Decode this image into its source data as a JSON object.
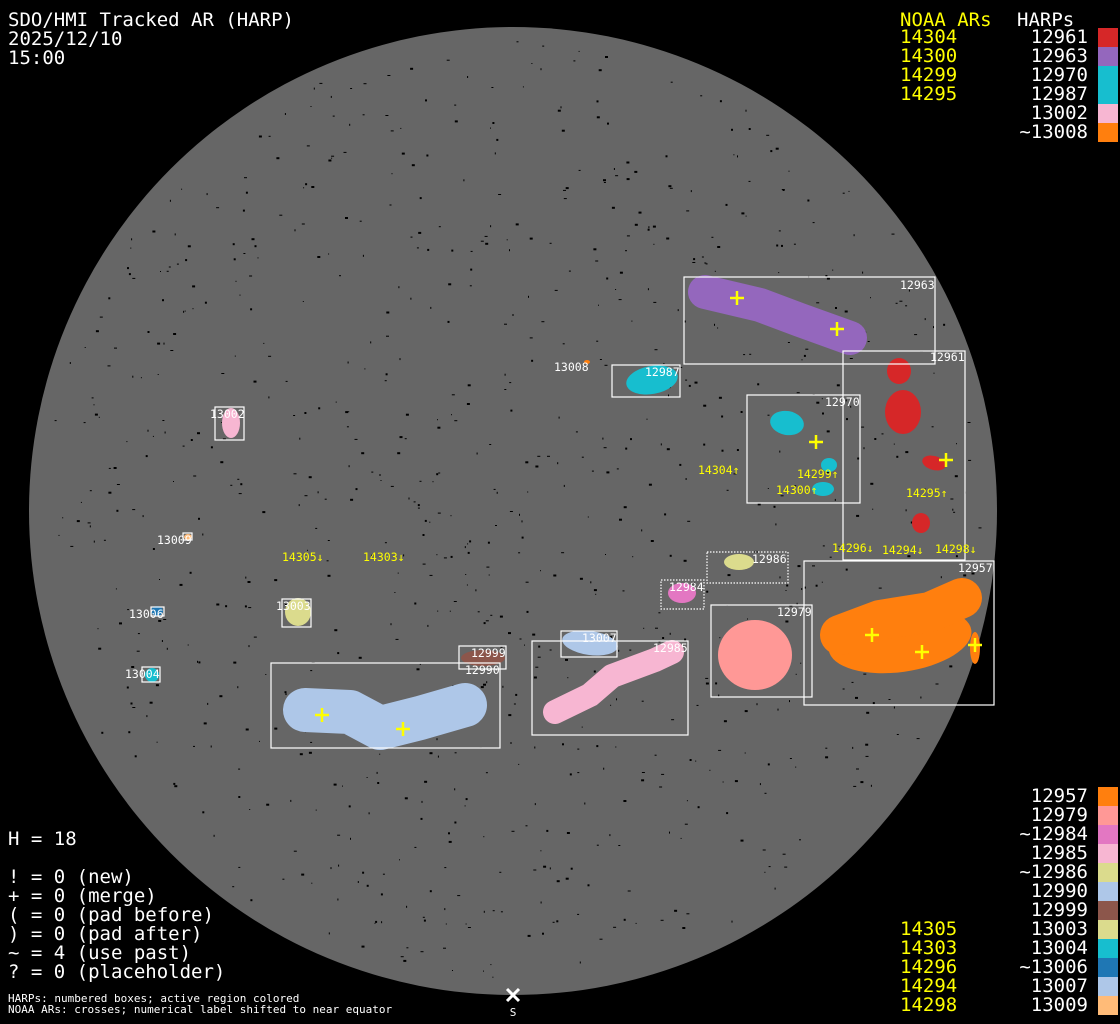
{
  "header": {
    "title": "SDO/HMI Tracked AR (HARP)",
    "date": "2025/12/10",
    "time": "15:00"
  },
  "legend_top": {
    "noaa_header": "NOAA ARs",
    "harps_header": "HARPs",
    "noaa": [
      "14304",
      "14300",
      "14299",
      "14295"
    ],
    "harps": [
      {
        "label": "12961",
        "color": "#d62728"
      },
      {
        "label": "12963",
        "color": "#9467bd"
      },
      {
        "label": "12970",
        "color": "#17becf"
      },
      {
        "label": "12987",
        "color": "#17becf"
      },
      {
        "label": "13002",
        "color": "#f7b6d2"
      },
      {
        "label": "~13008",
        "color": "#ff7f0e"
      }
    ]
  },
  "legend_bottom": {
    "noaa": [
      "14305",
      "14303",
      "14296",
      "14294",
      "14298"
    ],
    "harps": [
      {
        "label": "12957",
        "color": "#ff7f0e"
      },
      {
        "label": "12979",
        "color": "#ff9896"
      },
      {
        "label": "~12984",
        "color": "#e377c2"
      },
      {
        "label": "12985",
        "color": "#f7b6d2"
      },
      {
        "label": "~12986",
        "color": "#dbdb8d"
      },
      {
        "label": "12990",
        "color": "#aec7e8"
      },
      {
        "label": "12999",
        "color": "#8c564b"
      },
      {
        "label": "13003",
        "color": "#dbdb8d"
      },
      {
        "label": "13004",
        "color": "#17becf"
      },
      {
        "label": "~13006",
        "color": "#1f77b4"
      },
      {
        "label": "13007",
        "color": "#aec7e8"
      },
      {
        "label": "13009",
        "color": "#ffbb78"
      }
    ]
  },
  "stats": {
    "h": "H = 18",
    "items": [
      "! = 0 (new)",
      "+ = 0 (merge)",
      "( = 0 (pad before)",
      ") = 0 (pad after)",
      "~ = 4 (use past)",
      "? = 0 (placeholder)"
    ]
  },
  "footnotes": [
    "HARPs: numbered boxes; active region colored",
    "NOAA ARs: crosses; numerical label shifted to near equator"
  ],
  "south_label": "S",
  "disk": {
    "harp_labels": [
      "12963",
      "12961",
      "12987",
      "12970",
      "13002",
      "13009",
      "13006",
      "13004",
      "13003",
      "12986",
      "12984",
      "12979",
      "12957",
      "12999",
      "12990",
      "13007",
      "12985",
      "13008"
    ],
    "noaa_labels": [
      "14304↑",
      "14299↑",
      "14300↑",
      "14295↑",
      "14296↓",
      "14294↓",
      "14298↓",
      "14305↓",
      "14303↓"
    ]
  },
  "colors": {
    "disk": "#666666",
    "cross": "#ffff00",
    "box": "#ffffff"
  }
}
